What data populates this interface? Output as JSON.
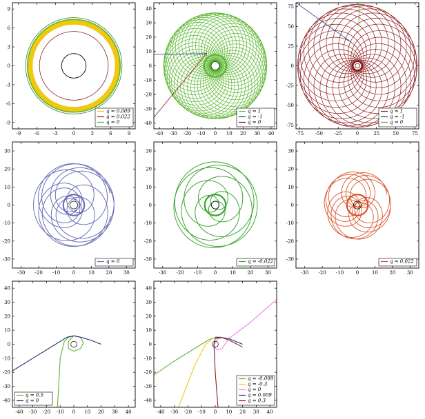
{
  "chart_data": [
    {
      "id": "p1",
      "type": "line",
      "panel": "p1",
      "xlim": [
        -10,
        10
      ],
      "ylim": [
        -10,
        10
      ],
      "xticks": [
        -9,
        -6,
        -3,
        0,
        3,
        6,
        9
      ],
      "yticks": [
        -9,
        -6,
        -3,
        0,
        3,
        6,
        9
      ],
      "series": [
        {
          "name": "q = 0.009",
          "color": "#f2c80f",
          "kind": "ring",
          "r": 7.1,
          "width": 7
        },
        {
          "name": "q = 0.022",
          "color": "#8b1a1a",
          "kind": "ring",
          "r": 5.6,
          "width": 0.8
        },
        {
          "name": "q = 0",
          "color": "#5ab52f",
          "kind": "ring",
          "r": 7.55,
          "width": 1.6
        }
      ],
      "extra": [
        {
          "kind": "ring",
          "r": 7.85,
          "color": "#2e7d1f",
          "width": 0.8
        },
        {
          "kind": "ring",
          "r": 2.0,
          "color": "#000000",
          "width": 0.9
        }
      ],
      "legend": "bottom-right"
    },
    {
      "id": "p2",
      "type": "line",
      "panel": "p2",
      "xlim": [
        -44,
        44
      ],
      "ylim": [
        -44,
        44
      ],
      "xticks": [
        -40,
        -30,
        -20,
        -10,
        0,
        10,
        20,
        30,
        40
      ],
      "yticks": [
        -40,
        -30,
        -20,
        -10,
        0,
        10,
        20,
        30,
        40
      ],
      "series": [
        {
          "name": "q = 1",
          "color": "#5ab52f",
          "kind": "rosette",
          "R1": 20,
          "R2": 17,
          "k": 8.6,
          "turns": 48,
          "width": 0.7
        },
        {
          "name": "q = -1",
          "color": "#1f3f8f",
          "kind": "path",
          "points": [
            [
              -44,
              8
            ],
            [
              -6,
              8.5
            ]
          ],
          "width": 0.8
        },
        {
          "name": "q = 0",
          "color": "#8b1a1a",
          "kind": "path",
          "points": [
            [
              -44,
              -36
            ],
            [
              -6,
              9
            ]
          ],
          "width": 0.8
        }
      ],
      "extra": [
        {
          "kind": "ring",
          "r": 3,
          "color": "#000000",
          "width": 0.7
        },
        {
          "kind": "ring",
          "r": 8,
          "color": "#5ab52f",
          "width": 2.2
        }
      ],
      "legend": "bottom-right"
    },
    {
      "id": "p3",
      "type": "line",
      "panel": "p3",
      "xlim": [
        -80,
        80
      ],
      "ylim": [
        -80,
        80
      ],
      "xticks": [
        -75,
        -50,
        -25,
        0,
        25,
        50,
        75
      ],
      "yticks": [
        -75,
        -50,
        -25,
        0,
        25,
        50,
        75
      ],
      "series": [
        {
          "name": "q = 1",
          "color": "#8b1a1a",
          "kind": "rosette",
          "R1": 42,
          "R2": 36,
          "k": 5.4,
          "turns": 28,
          "width": 0.7
        },
        {
          "name": "q = -1",
          "color": "#1f3f8f",
          "kind": "path",
          "points": [
            [
              -80,
              80
            ],
            [
              -8,
              30
            ]
          ],
          "width": 0.8
        },
        {
          "name": "q = 0",
          "color": "#5ab52f",
          "kind": "path",
          "points": [
            [
              2,
              80
            ],
            [
              2,
              50
            ]
          ],
          "width": 0.8
        }
      ],
      "extra": [
        {
          "kind": "ring",
          "r": 6,
          "color": "#8b1a1a",
          "width": 2.4
        },
        {
          "kind": "ring",
          "r": 3,
          "color": "#000000",
          "width": 0.7
        }
      ],
      "legend": "bottom-right"
    },
    {
      "id": "p4",
      "type": "line",
      "panel": "p4",
      "xlim": [
        -35,
        35
      ],
      "ylim": [
        -35,
        35
      ],
      "xticks": [
        -30,
        -20,
        -10,
        0,
        10,
        20,
        30
      ],
      "yticks": [
        -30,
        -20,
        -10,
        0,
        10,
        20,
        30
      ],
      "series": [
        {
          "name": "q = 0",
          "color": "#6c71b5",
          "kind": "rosette",
          "R1": 13,
          "R2": 10,
          "k": 2.3,
          "turns": 11,
          "width": 1.0
        }
      ],
      "extra": [
        {
          "kind": "ring",
          "r": 6,
          "color": "#6c71b5",
          "width": 2.2
        },
        {
          "kind": "ring",
          "r": 2.2,
          "color": "#000000",
          "width": 0.7
        }
      ],
      "legend": "bottom-right"
    },
    {
      "id": "p5",
      "type": "line",
      "panel": "p5",
      "xlim": [
        -35,
        35
      ],
      "ylim": [
        -35,
        35
      ],
      "xticks": [
        -30,
        -20,
        -10,
        0,
        10,
        20,
        30
      ],
      "yticks": [
        -30,
        -20,
        -10,
        0,
        10,
        20,
        30
      ],
      "series": [
        {
          "name": "q = -0.022",
          "color": "#3aa52f",
          "kind": "rosette",
          "R1": 13,
          "R2": 11,
          "k": 1.6,
          "turns": 9,
          "width": 1.0
        }
      ],
      "extra": [
        {
          "kind": "ring",
          "r": 6,
          "color": "#3aa52f",
          "width": 2.2
        },
        {
          "kind": "ring",
          "r": 2.2,
          "color": "#000000",
          "width": 0.7
        }
      ],
      "legend": "bottom-right"
    },
    {
      "id": "p6",
      "type": "line",
      "panel": "p6",
      "xlim": [
        -35,
        35
      ],
      "ylim": [
        -35,
        35
      ],
      "xticks": [
        -30,
        -20,
        -10,
        0,
        10,
        20,
        30
      ],
      "yticks": [
        -30,
        -20,
        -10,
        0,
        10,
        20,
        30
      ],
      "series": [
        {
          "name": "q = 0.022",
          "color": "#d8542b",
          "kind": "rosette",
          "R1": 10,
          "R2": 9,
          "k": 4.2,
          "turns": 12,
          "width": 0.9
        }
      ],
      "extra": [
        {
          "kind": "ring",
          "r": 6,
          "color": "#d8542b",
          "width": 2.2
        },
        {
          "kind": "ring",
          "r": 2.2,
          "color": "#000000",
          "width": 0.7
        }
      ],
      "legend": "bottom-right"
    },
    {
      "id": "p7",
      "type": "line",
      "panel": "p7",
      "xlim": [
        -45,
        45
      ],
      "ylim": [
        -45,
        45
      ],
      "xticks": [
        -40,
        -30,
        -20,
        -10,
        0,
        10,
        20,
        30,
        40
      ],
      "yticks": [
        -40,
        -30,
        -20,
        -10,
        0,
        10,
        20,
        30,
        40
      ],
      "series": [
        {
          "name": "q = 0.5",
          "color": "#5ab52f",
          "kind": "path",
          "points": [
            [
              -12,
              -45
            ],
            [
              -10,
              -10
            ],
            [
              -7,
              2
            ],
            [
              -4,
              5
            ],
            [
              0,
              6
            ],
            [
              5,
              5
            ],
            [
              7,
              1
            ],
            [
              5,
              -3
            ],
            [
              0,
              -5
            ],
            [
              -4,
              -3
            ],
            [
              -4,
              2
            ],
            [
              0,
              6
            ]
          ],
          "width": 1.1
        },
        {
          "name": "q = 0",
          "color": "#1f2f6f",
          "kind": "path",
          "points": [
            [
              -45,
              -19
            ],
            [
              -30,
              -10
            ],
            [
              -15,
              -1
            ],
            [
              -5,
              5
            ],
            [
              0,
              6
            ],
            [
              5,
              5
            ],
            [
              12,
              3
            ],
            [
              20,
              0
            ]
          ],
          "width": 1.1
        }
      ],
      "extra": [
        {
          "kind": "ring",
          "r": 2.2,
          "color": "#000000",
          "width": 0.7
        }
      ],
      "legend": "bottom-left"
    },
    {
      "id": "p8",
      "type": "line",
      "panel": "p8",
      "xlim": [
        -45,
        45
      ],
      "ylim": [
        -45,
        45
      ],
      "xticks": [
        -40,
        -30,
        -20,
        -10,
        0,
        10,
        20,
        30,
        40
      ],
      "yticks": [
        -40,
        -30,
        -20,
        -10,
        0,
        10,
        20,
        30,
        40
      ],
      "series": [
        {
          "name": "q = -0.099",
          "color": "#5ab52f",
          "kind": "path",
          "points": [
            [
              -45,
              -22
            ],
            [
              -30,
              -12
            ],
            [
              -15,
              -3
            ],
            [
              -5,
              3
            ],
            [
              0,
              5
            ],
            [
              4,
              4
            ]
          ],
          "width": 1.1
        },
        {
          "name": "q = -0.3",
          "color": "#f2c80f",
          "kind": "path",
          "points": [
            [
              -27,
              -45
            ],
            [
              -15,
              -15
            ],
            [
              -7,
              0
            ],
            [
              -2,
              4
            ],
            [
              1,
              5
            ]
          ],
          "width": 1.1
        },
        {
          "name": "q = 0",
          "color": "#ee82ee",
          "kind": "path",
          "points": [
            [
              45,
              32
            ],
            [
              25,
              15
            ],
            [
              10,
              4
            ],
            [
              5,
              -3
            ],
            [
              1,
              -4
            ],
            [
              -1,
              -1
            ],
            [
              1,
              3
            ],
            [
              4,
              5
            ]
          ],
          "width": 1.1
        },
        {
          "name": "q = 0.009",
          "color": "#1f2f6f",
          "kind": "path",
          "points": [
            [
              20,
              0
            ],
            [
              10,
              4
            ],
            [
              3,
              5
            ],
            [
              0,
              5
            ]
          ],
          "width": 1.1
        },
        {
          "name": "q = 0.3",
          "color": "#8b1a1a",
          "kind": "path",
          "points": [
            [
              2,
              -45
            ],
            [
              0,
              -20
            ],
            [
              -1,
              0
            ],
            [
              0,
              4
            ],
            [
              4,
              5
            ],
            [
              10,
              3
            ],
            [
              20,
              -2
            ]
          ],
          "width": 1.1
        }
      ],
      "extra": [
        {
          "kind": "ring",
          "r": 2.2,
          "color": "#000000",
          "width": 0.7
        }
      ],
      "legend": "bottom-right"
    }
  ]
}
